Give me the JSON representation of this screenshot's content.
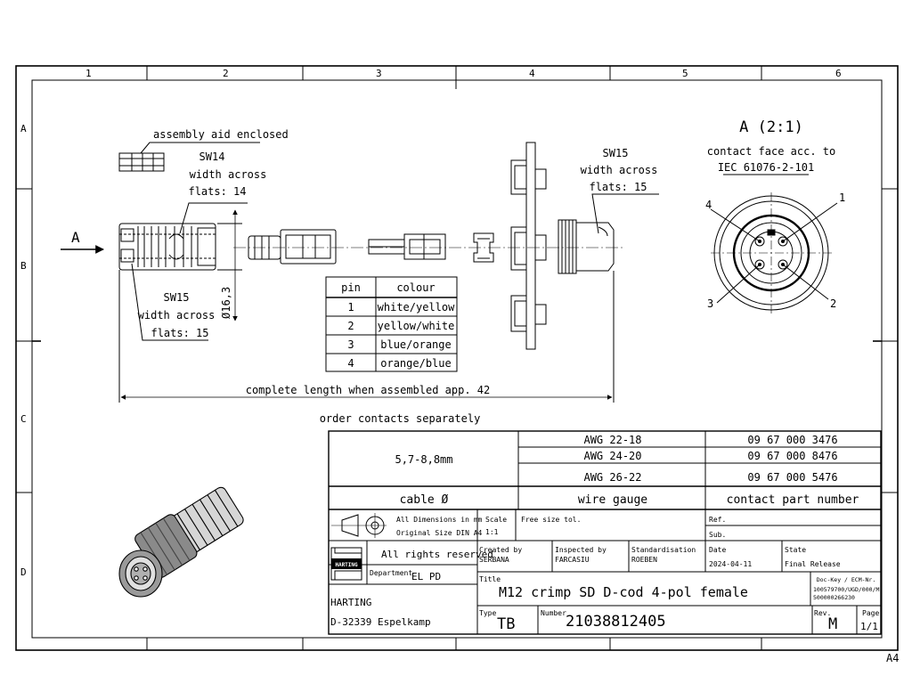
{
  "frame": {
    "columns": [
      "1",
      "2",
      "3",
      "4",
      "5",
      "6"
    ],
    "rows": [
      "A",
      "B",
      "C",
      "D"
    ],
    "sheet_size": "A4"
  },
  "view_marker": "A",
  "labels": {
    "assembly_aid": "assembly aid enclosed",
    "sw14_title": "SW14",
    "sw14_line1": "width across",
    "sw14_line2": "flats: 14",
    "sw15_left_title": "SW15",
    "sw15_left_line1": "width across",
    "sw15_left_line2": "flats: 15",
    "sw15_right_title": "SW15",
    "sw15_right_line1": "width across",
    "sw15_right_line2": "flats: 15",
    "diameter": "Ø16,3",
    "complete_length": "complete length when assembled app. 42",
    "order_contacts": "order contacts separately"
  },
  "detail_view": {
    "title": "A (2:1)",
    "line1": "contact face acc. to",
    "line2": "IEC 61076-2-101",
    "pins": [
      "1",
      "2",
      "3",
      "4"
    ]
  },
  "pin_table": {
    "headers": [
      "pin",
      "colour"
    ],
    "rows": [
      [
        "1",
        "white/yellow"
      ],
      [
        "2",
        "yellow/white"
      ],
      [
        "3",
        "blue/orange"
      ],
      [
        "4",
        "orange/blue"
      ]
    ]
  },
  "contacts_table": {
    "cable_range": "5,7-8,8mm",
    "rows": [
      [
        "AWG 22-18",
        "09 67 000 3476"
      ],
      [
        "AWG 24-20",
        "09 67 000 8476"
      ],
      [
        "AWG 26-22",
        "09 67 000 5476"
      ]
    ],
    "headers": [
      "cable Ø",
      "wire gauge",
      "contact part number"
    ]
  },
  "title_block": {
    "dims_line1": "All Dimensions in mm",
    "dims_line2": "Original Size DIN A4",
    "scale_label": "Scale",
    "scale_value": "1:1",
    "tolerance": "Free size tol.",
    "ref_label": "Ref.",
    "sub_label": "Sub.",
    "logo_text": "HARTING",
    "rights": "All rights reserved",
    "department_label": "Department",
    "department_value": "EL PD",
    "company": "HARTING",
    "address": "D-32339 Espelkamp",
    "created_label": "Created by",
    "created_value": "SERBANA",
    "inspected_label": "Inspected by",
    "inspected_value": "FARCASIU",
    "standard_label": "Standardisation",
    "standard_value": "ROEBEN",
    "date_label": "Date",
    "date_value": "2024-04-11",
    "state_label": "State",
    "state_value": "Final Release",
    "title_label": "Title",
    "title_value": "M12 crimp SD D-cod 4-pol female",
    "dockey_label": "Doc-Key / ECM-Nr.",
    "dockey_line1": "100579700/UGD/000/M",
    "dockey_line2": "500000266230",
    "type_label": "Type",
    "type_value": "TB",
    "number_label": "Number",
    "number_value": "21038812405",
    "rev_label": "Rev.",
    "rev_value": "M",
    "page_label": "Page",
    "page_value": "1/1"
  }
}
